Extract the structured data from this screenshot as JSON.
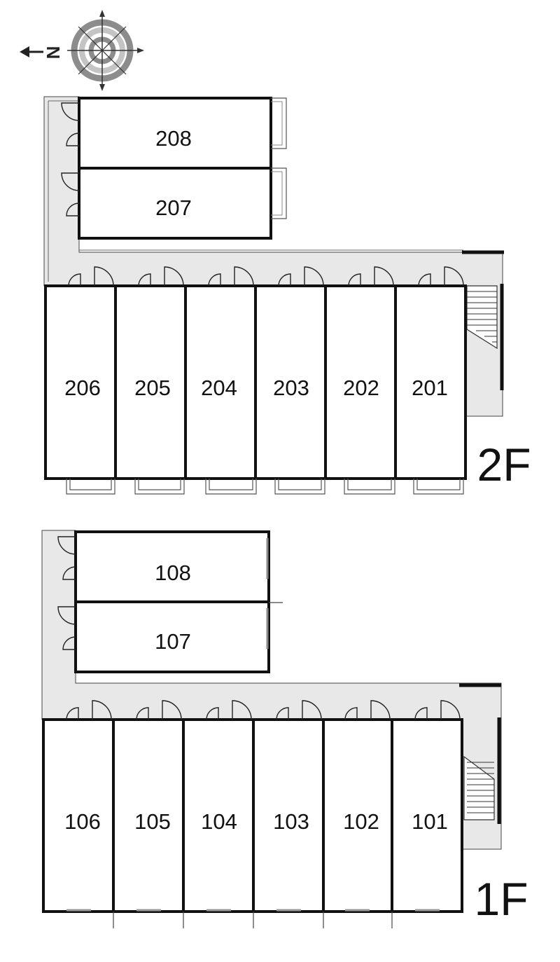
{
  "compass": {
    "north_label": "N",
    "icon": "compass-rose-icon"
  },
  "colors": {
    "corridor": "#e8e8e8",
    "wall": "#111111",
    "compass_ring": "#8c8c8c",
    "compass_inner": "#c8c8c8"
  },
  "floors": [
    {
      "id": "2F",
      "label": "2F",
      "units": [
        {
          "id": "208",
          "label": "208"
        },
        {
          "id": "207",
          "label": "207"
        },
        {
          "id": "206",
          "label": "206"
        },
        {
          "id": "205",
          "label": "205"
        },
        {
          "id": "204",
          "label": "204"
        },
        {
          "id": "203",
          "label": "203"
        },
        {
          "id": "202",
          "label": "202"
        },
        {
          "id": "201",
          "label": "201"
        }
      ]
    },
    {
      "id": "1F",
      "label": "1F",
      "units": [
        {
          "id": "108",
          "label": "108"
        },
        {
          "id": "107",
          "label": "107"
        },
        {
          "id": "106",
          "label": "106"
        },
        {
          "id": "105",
          "label": "105"
        },
        {
          "id": "104",
          "label": "104"
        },
        {
          "id": "103",
          "label": "103"
        },
        {
          "id": "102",
          "label": "102"
        },
        {
          "id": "101",
          "label": "101"
        }
      ]
    }
  ]
}
